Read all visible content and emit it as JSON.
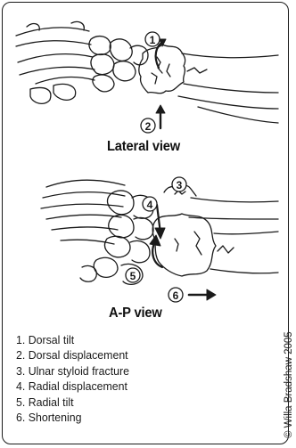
{
  "views": {
    "lateral": {
      "title": "Lateral view"
    },
    "ap": {
      "title": "A-P view"
    }
  },
  "markers": [
    "1",
    "2",
    "3",
    "4",
    "5",
    "6"
  ],
  "legend": [
    "1. Dorsal tilt",
    "2. Dorsal displacement",
    "3. Ulnar styloid fracture",
    "4. Radial displacement",
    "5. Radial tilt",
    "6. Shortening"
  ],
  "credit": "© Willa Bradshaw 2005"
}
